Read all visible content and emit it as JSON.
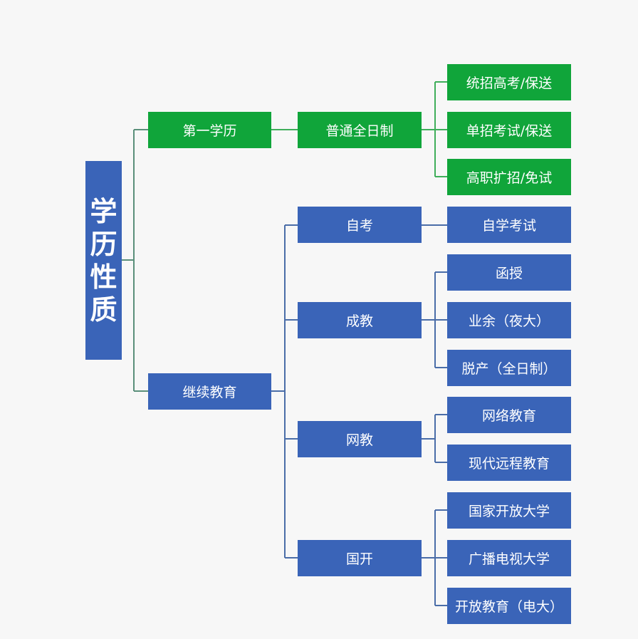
{
  "colors": {
    "green": "#10a53a",
    "blue": "#3a64b8",
    "green_line": "#3fae5a",
    "blue_line": "#4a6da8"
  },
  "root": {
    "chars": [
      "学",
      "历",
      "性",
      "质"
    ]
  },
  "level1": {
    "first": "第一学历",
    "continuing": "继续教育"
  },
  "level2": {
    "fulltime": "普通全日制",
    "zikao": "自考",
    "chengjiao": "成教",
    "wangjiao": "网教",
    "guokai": "国开"
  },
  "level3": {
    "tongzhao": "统招高考/保送",
    "danzhao": "单招考试/保送",
    "gaozhi": "高职扩招/免试",
    "zixue": "自学考试",
    "hanshou": "函授",
    "yeyu": "业余（夜大）",
    "tuochan": "脱产（全日制）",
    "wangluo": "网络教育",
    "xiandai": "现代远程教育",
    "guojia": "国家开放大学",
    "guangbo": "广播电视大学",
    "kaifang": "开放教育（电大）"
  }
}
